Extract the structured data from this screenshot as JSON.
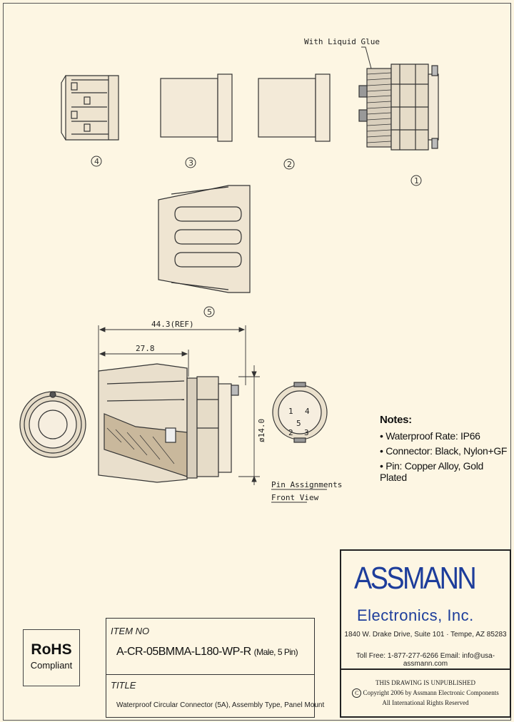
{
  "callouts": [
    "4",
    "3",
    "2",
    "1",
    "5"
  ],
  "glue_note": "With Liquid Glue",
  "dimensions": {
    "overall": "44.3(REF)",
    "partial": "27.8",
    "diameter": "ø14.0"
  },
  "pin_numbers": [
    "1",
    "4",
    "5",
    "2",
    "3"
  ],
  "pin_assignments": {
    "line1": "Pin Assignments",
    "line2": "Front View"
  },
  "notes": {
    "title": "Notes:",
    "items": [
      "• Waterproof Rate: IP66",
      "• Connector: Black, Nylon+GF",
      "• Pin: Copper Alloy, Gold Plated"
    ]
  },
  "company": {
    "logo": "ASSMANN",
    "sub": "Electronics, Inc.",
    "address": "1840 W. Drake Drive, Suite 101  ·  Tempe, AZ 85283",
    "contact": "Toll Free: 1-877-277-6266   Email: info@usa-assmann.com",
    "unpublished": "THIS DRAWING IS UNPUBLISHED",
    "copyright": "Copyright 2006 by Assmann Electronic Components",
    "copyright_symbol": "C",
    "rights": "All International Rights Reserved",
    "brand_color": "#1d3d9b"
  },
  "title_block": {
    "item_label": "ITEM NO",
    "item_no": "A-CR-05BMMA-L180-WP-R",
    "item_suffix": "(Male, 5 Pin)",
    "title_label": "TITLE",
    "title_text": "Waterproof Circular Connector (5A), Assembly Type, Panel Mount"
  },
  "rohs": {
    "title": "RoHS",
    "sub": "Compliant"
  }
}
